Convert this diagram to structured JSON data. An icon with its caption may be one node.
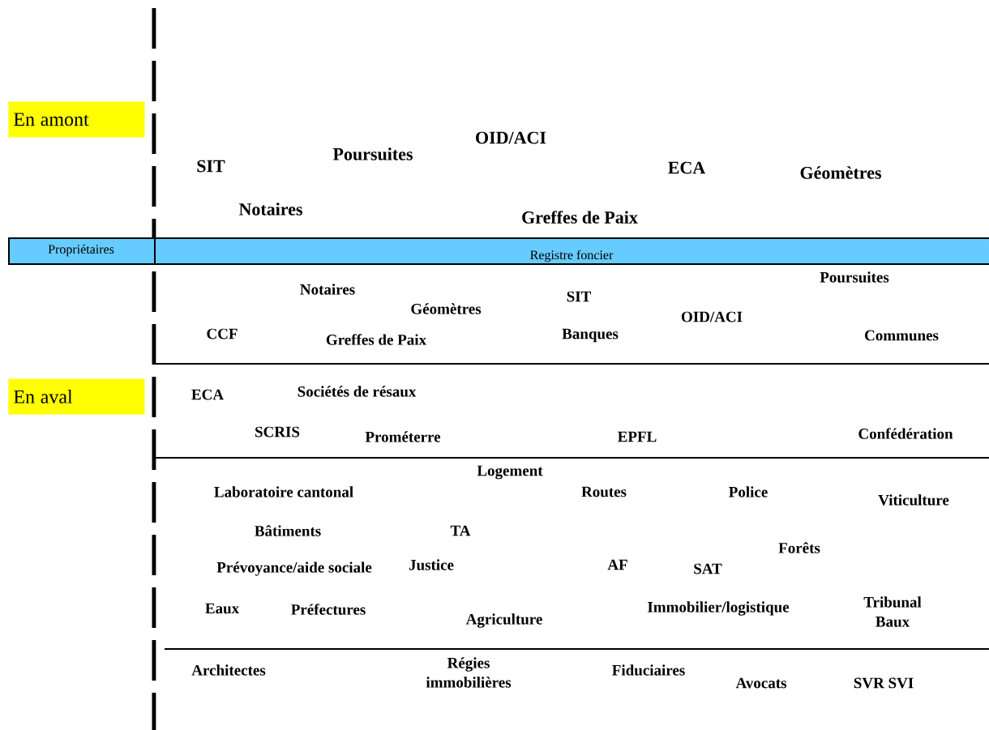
{
  "diagram": {
    "nodes": [
      {
        "text": [
          "En amont"
        ]
      },
      {
        "text": [
          "En aval"
        ]
      },
      {
        "text": [
          "Propriétaires"
        ]
      },
      {
        "text": [
          "Registre foncier"
        ]
      }
    ],
    "labels": [
      "SIT",
      "Poursuites",
      "OID/ACI",
      "ECA",
      "Géomètres",
      "Notaires",
      "Greffes de Paix",
      "Poursuites",
      "Notaires",
      "SIT",
      "Géomètres",
      "OID/ACI",
      "CCF",
      "Greffes de Paix",
      "Banques",
      "Communes",
      "ECA",
      "Sociétés de résaux",
      "SCRIS",
      "Prométerre",
      "EPFL",
      "Confédération",
      "Logement",
      "Laboratoire cantonal",
      "Routes",
      "Police",
      "Viticulture",
      "Bâtiments",
      "TA",
      "Forêts",
      "Prévoyance/aide sociale",
      "Justice",
      "AF",
      "SAT",
      "Eaux",
      "Préfectures",
      "Tribunal Baux",
      "Immobilier/logistique",
      "Agriculture",
      "Architectes",
      "Régies immobilières",
      "Fiduciaires",
      "Avocats",
      "SVR SVI"
    ]
  }
}
